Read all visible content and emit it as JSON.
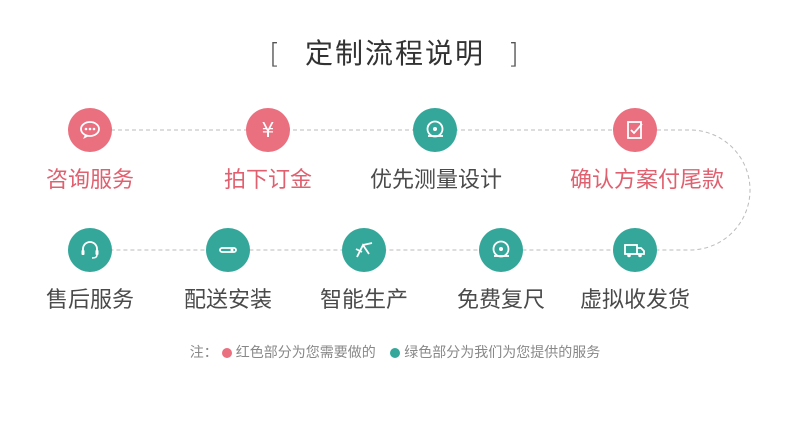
{
  "title": "定制流程说明",
  "bracket_left": "[",
  "bracket_right": "]",
  "colors": {
    "red": "#ea6f7f",
    "green": "#34a79a"
  },
  "row1": [
    {
      "label": "咨询服务",
      "icon": "chat-bubble-icon",
      "color": "red"
    },
    {
      "label": "拍下订金",
      "icon": "yen-icon",
      "color": "red"
    },
    {
      "label": "优先测量设计",
      "icon": "tape-measure-icon",
      "color": "green"
    },
    {
      "label": "确认方案付尾款",
      "icon": "checklist-icon",
      "color": "red"
    }
  ],
  "row2": [
    {
      "label": "售后服务",
      "icon": "headset-icon",
      "color": "green"
    },
    {
      "label": "配送安装",
      "icon": "wrench-icon",
      "color": "green"
    },
    {
      "label": "智能生产",
      "icon": "compass-icon",
      "color": "green"
    },
    {
      "label": "免费复尺",
      "icon": "tape-measure-icon",
      "color": "green"
    },
    {
      "label": "虚拟收发货",
      "icon": "truck-icon",
      "color": "green"
    }
  ],
  "note": {
    "prefix": "注：",
    "red_text": "红色部分为您需要做的",
    "green_text": "绿色部分为我们为您提供的服务"
  }
}
